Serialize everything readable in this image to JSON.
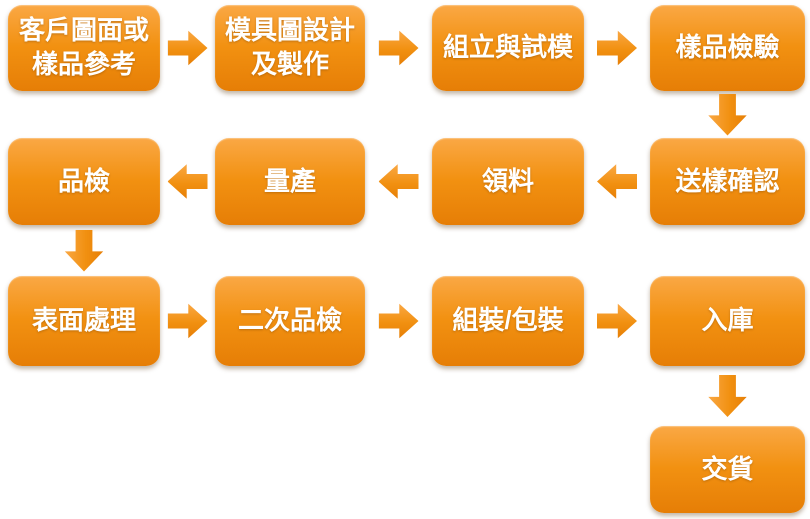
{
  "diagram": {
    "type": "process-flowchart",
    "colors": {
      "shape_fill_top": "#FAA845",
      "shape_fill_bottom": "#E67E06",
      "text": "#FFFFFF",
      "background": "#FFFFFF"
    },
    "nodes": [
      {
        "id": "customer-drawing",
        "label": "客戶圖面或\n樣品參考"
      },
      {
        "id": "mold-design",
        "label": "模具圖設計\n及製作"
      },
      {
        "id": "assembly-trial-mold",
        "label": "組立與試模"
      },
      {
        "id": "sample-inspection",
        "label": "樣品檢驗"
      },
      {
        "id": "sample-confirmation",
        "label": "送樣確認"
      },
      {
        "id": "material-picking",
        "label": "領料"
      },
      {
        "id": "mass-production",
        "label": "量產"
      },
      {
        "id": "quality-inspection",
        "label": "品檢"
      },
      {
        "id": "surface-treatment",
        "label": "表面處理"
      },
      {
        "id": "second-inspection",
        "label": "二次品檢"
      },
      {
        "id": "assembly-packaging",
        "label": "組裝/包裝"
      },
      {
        "id": "warehousing",
        "label": "入庫"
      },
      {
        "id": "delivery",
        "label": "交貨"
      }
    ],
    "arrows": [
      {
        "from": "customer-drawing",
        "to": "mold-design",
        "direction": "right"
      },
      {
        "from": "mold-design",
        "to": "assembly-trial-mold",
        "direction": "right"
      },
      {
        "from": "assembly-trial-mold",
        "to": "sample-inspection",
        "direction": "right"
      },
      {
        "from": "sample-inspection",
        "to": "sample-confirmation",
        "direction": "down"
      },
      {
        "from": "sample-confirmation",
        "to": "material-picking",
        "direction": "left"
      },
      {
        "from": "material-picking",
        "to": "mass-production",
        "direction": "left"
      },
      {
        "from": "mass-production",
        "to": "quality-inspection",
        "direction": "left"
      },
      {
        "from": "quality-inspection",
        "to": "surface-treatment",
        "direction": "down"
      },
      {
        "from": "surface-treatment",
        "to": "second-inspection",
        "direction": "right"
      },
      {
        "from": "second-inspection",
        "to": "assembly-packaging",
        "direction": "right"
      },
      {
        "from": "assembly-packaging",
        "to": "warehousing",
        "direction": "right"
      },
      {
        "from": "warehousing",
        "to": "delivery",
        "direction": "down"
      }
    ]
  }
}
